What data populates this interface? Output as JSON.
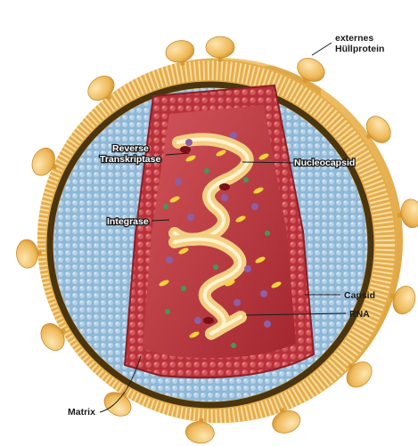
{
  "labels": {
    "envelope_protein_line1": "externes",
    "envelope_protein_line2": "Hüllprotein",
    "reverse_transcriptase_line1": "Reverse",
    "reverse_transcriptase_line2": "Transkriptase",
    "nucleocapsid": "Nucleocapsid",
    "integrase": "Integrase",
    "capsid": "Capsid",
    "rna": "RNA",
    "matrix": "Matrix"
  },
  "colors": {
    "envelope_gold": "#e9b64f",
    "envelope_light": "#f6d99a",
    "matrix_brown": "#4a3510",
    "inner_blue": "#8fb7d6",
    "capsid_red": "#b8313a",
    "capsid_light": "#d95a5c",
    "rna_strand": "#f3cf82",
    "enzyme_purple": "#8d5fa8",
    "enzyme_green": "#3f9a5a",
    "enzyme_yellow": "#f4d23c"
  },
  "icons": [
    "spike-knob-icon",
    "lipid-bilayer-icon",
    "enzyme-dot-icon"
  ]
}
